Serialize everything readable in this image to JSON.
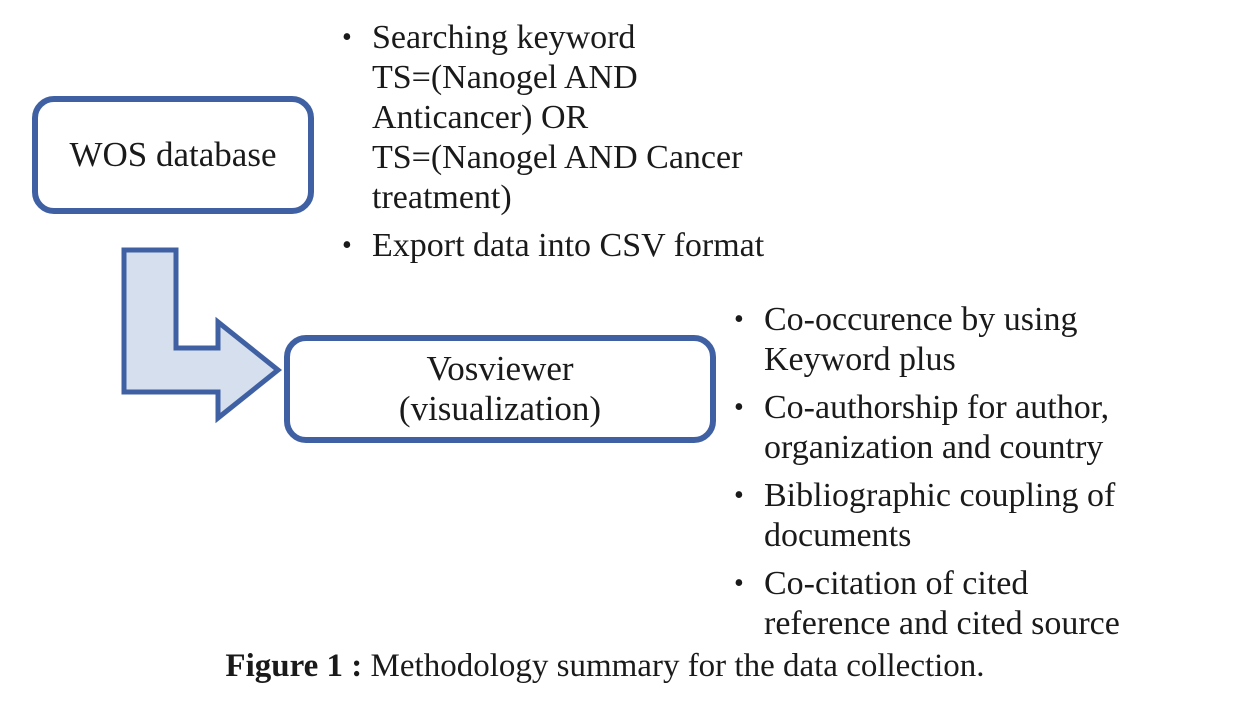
{
  "wos_box": {
    "label": "WOS database"
  },
  "vos_box": {
    "lines": [
      "Vosviewer",
      "(visualization)"
    ]
  },
  "wos_steps": [
    {
      "lines": [
        "Searching keyword",
        "TS=(Nanogel AND",
        "Anticancer) OR",
        "TS=(Nanogel AND Cancer",
        "treatment)"
      ]
    },
    {
      "lines": [
        "Export data into CSV format"
      ]
    }
  ],
  "vos_steps": [
    {
      "lines": [
        "Co-occurence by using",
        "Keyword plus"
      ]
    },
    {
      "lines": [
        "Co-authorship for author,",
        "organization and country"
      ]
    },
    {
      "lines": [
        "Bibliographic coupling of",
        "documents"
      ]
    },
    {
      "lines": [
        "Co-citation of cited",
        "reference and cited source"
      ]
    }
  ],
  "caption": {
    "label": "Figure 1 :",
    "text": " Methodology summary for the data collection."
  },
  "colors": {
    "box_border": "#3f61a3",
    "arrow_fill": "#d6dfee",
    "arrow_stroke": "#3f61a3"
  }
}
